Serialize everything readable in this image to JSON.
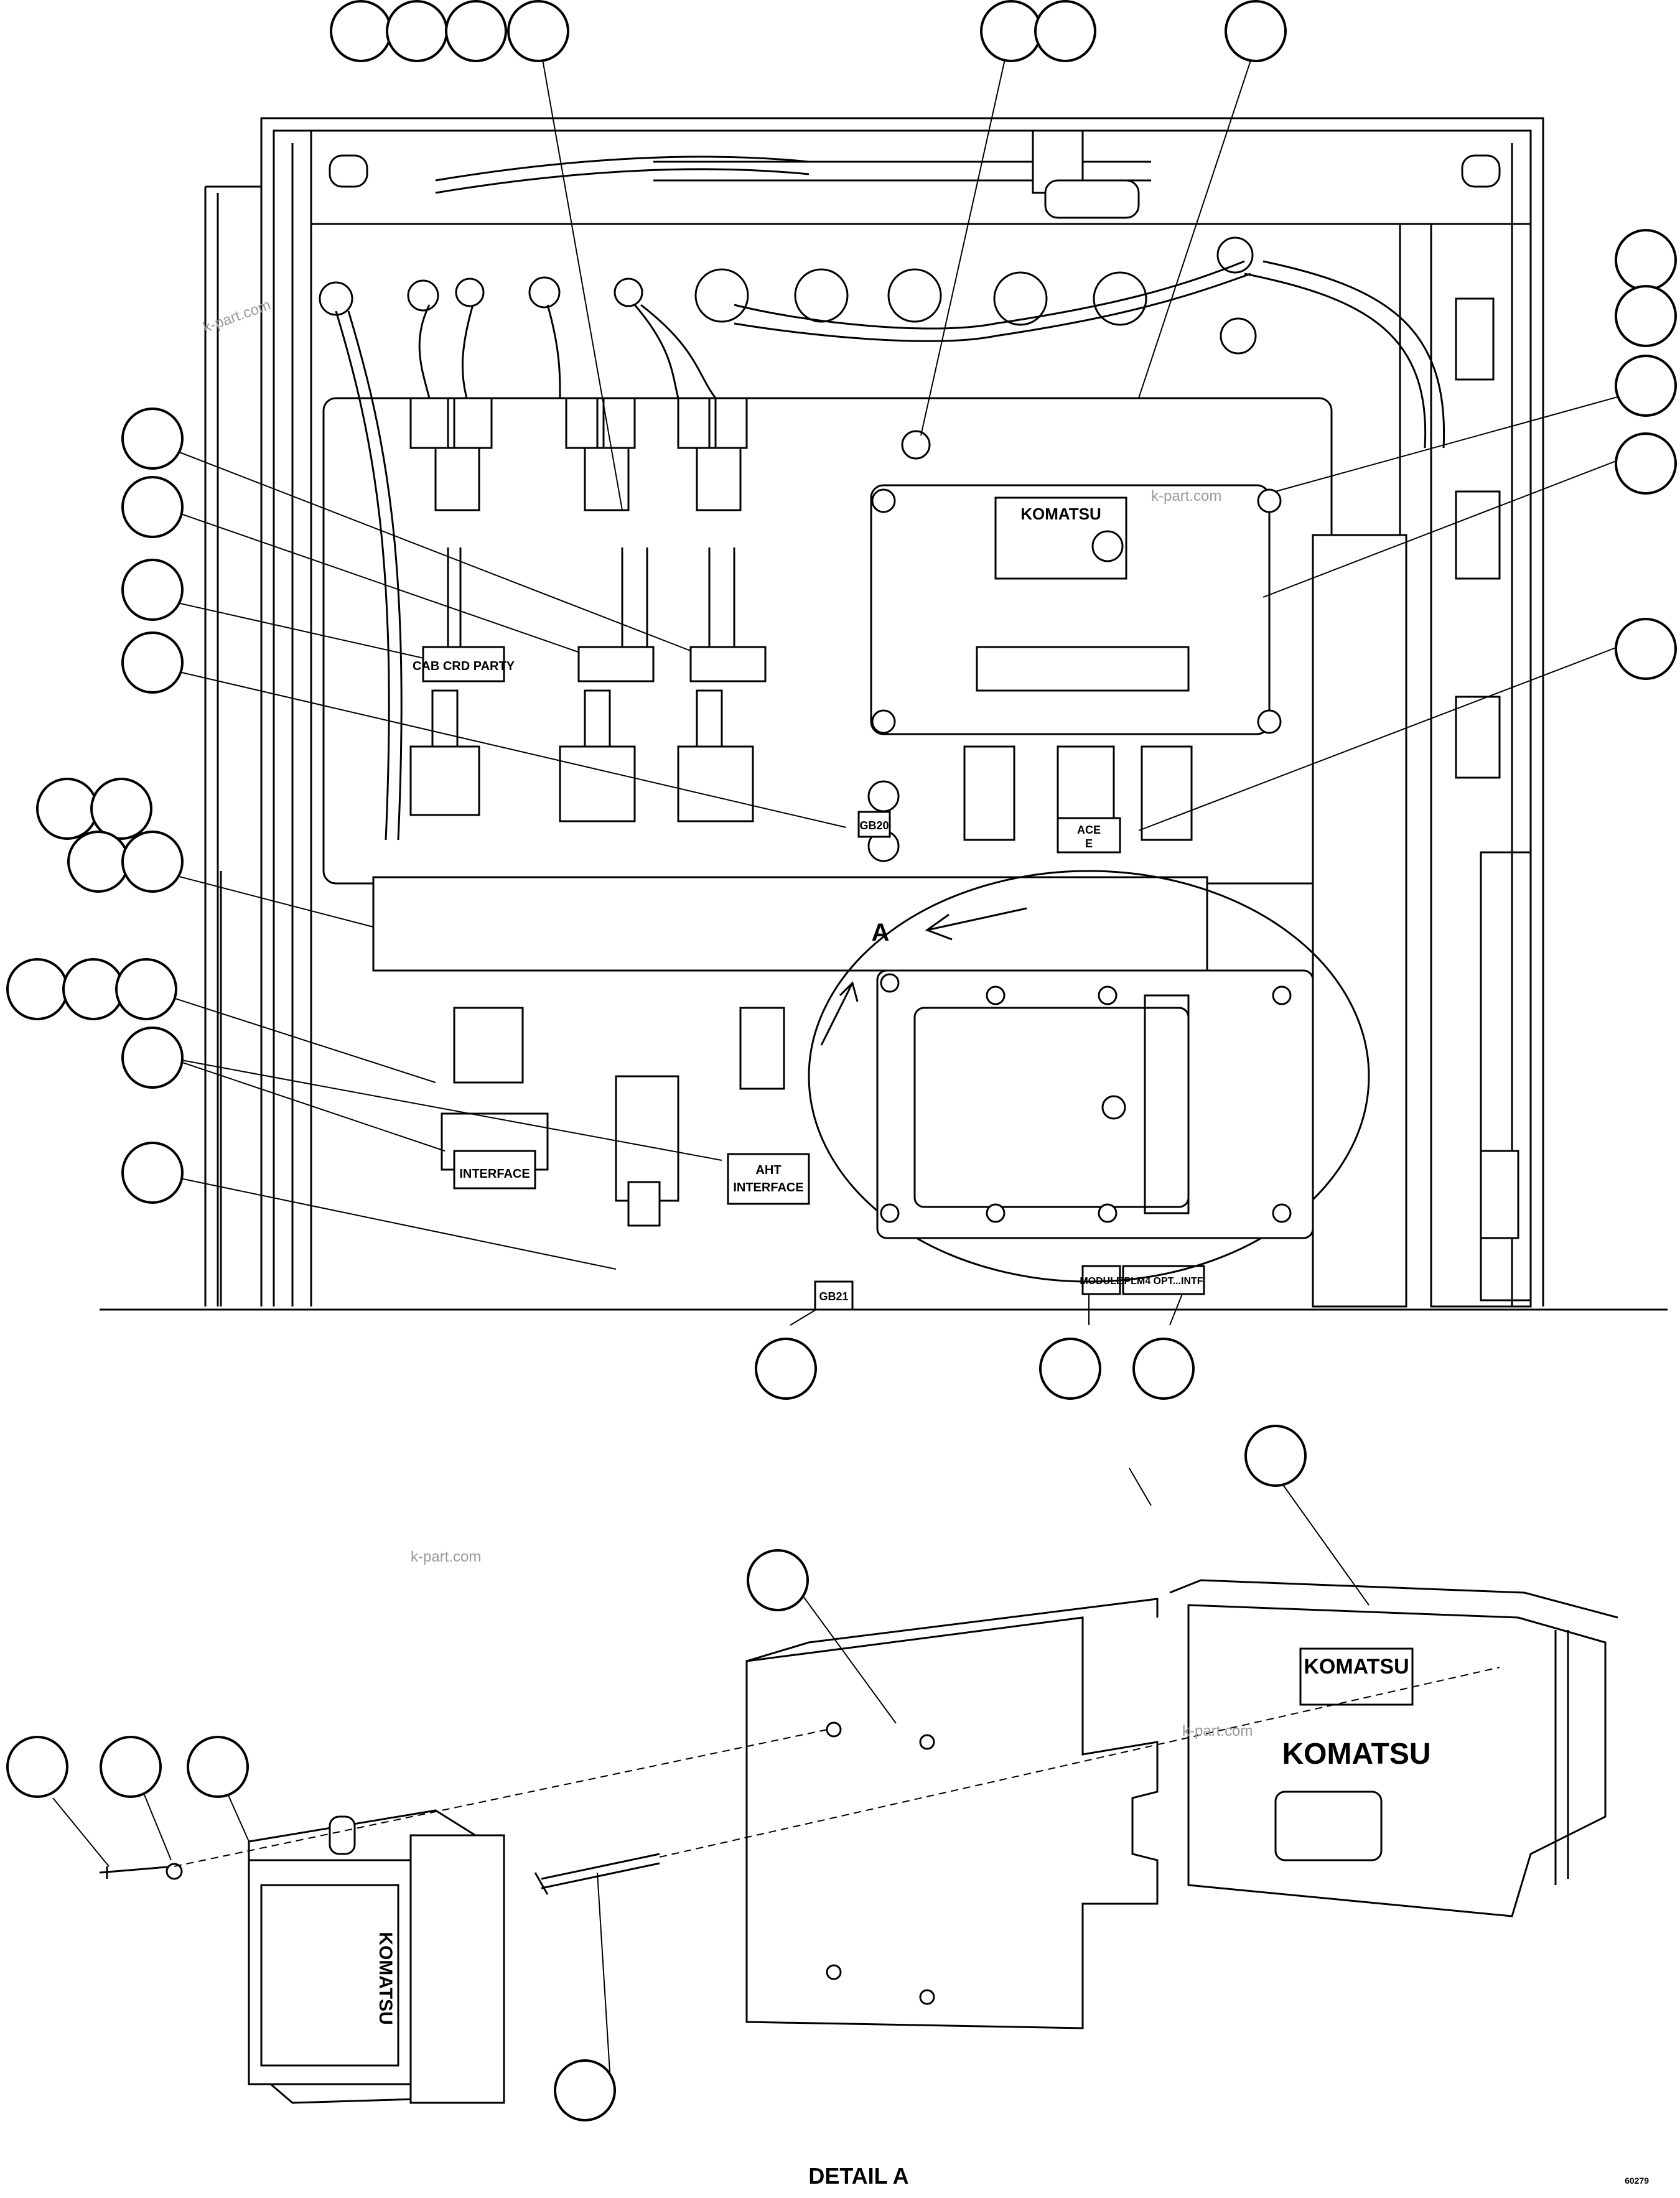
{
  "labels": {
    "third_party": "CAB CRD PARTY",
    "interface": "INTERFACE",
    "aht_interface_line1": "AHT",
    "aht_interface_line2": "INTERFACE",
    "gb20": "GB20",
    "gb21": "GB21",
    "module": "MODULE",
    "plm_partial": "PLM4 OPT...INTF",
    "face_partial_line1": "ACE",
    "face_partial_line2": "E",
    "detail_marker": "A",
    "detail_title": "DETAIL A",
    "figure_number": "60279"
  },
  "brand": {
    "logo_text": "KOMATSU"
  },
  "watermarks": [
    "k-part.com",
    "k-part.com",
    "k-part.com",
    "k-part.com"
  ]
}
